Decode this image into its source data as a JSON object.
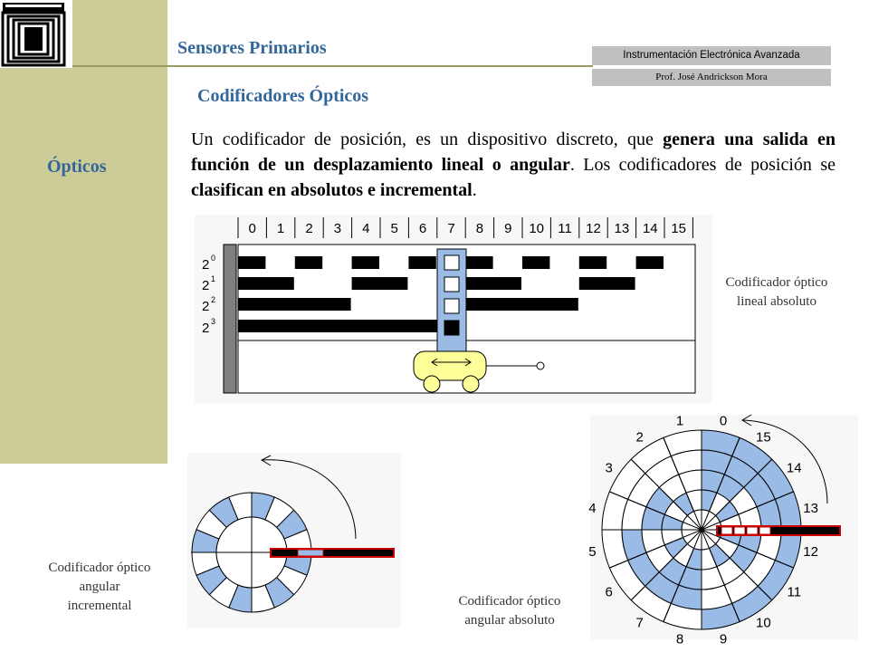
{
  "header": {
    "title": "Sensores Primarios",
    "subtitle": "Codificadores Ópticos",
    "course": "Instrumentación Electrónica Avanzada",
    "professor": "Prof. José Andrickson Mora"
  },
  "sidebar": {
    "section": "Ópticos"
  },
  "paragraph": {
    "p1": "Un codificador de posición, es un dispositivo discreto, que ",
    "b1": "genera una salida en función de un desplazamiento lineal o angular",
    "p2": ". Los codificadores de posición se ",
    "b2": "clasifican en absolutos e incremental",
    "p3": "."
  },
  "captions": {
    "linear": [
      "Codificador óptico",
      "lineal absoluto"
    ],
    "incremental": [
      "Codificador óptico",
      "angular",
      "incremental"
    ],
    "absolute_angular": [
      "Codificador óptico",
      "angular absoluto"
    ]
  },
  "linear_encoder": {
    "positions": [
      "0",
      "1",
      "2",
      "3",
      "4",
      "5",
      "6",
      "7",
      "8",
      "9",
      "10",
      "11",
      "12",
      "13",
      "14",
      "15"
    ],
    "bit_labels": [
      "2",
      "2",
      "2",
      "2"
    ],
    "bit_exponents": [
      "0",
      "1",
      "2",
      "3"
    ]
  },
  "angular_absolute": {
    "numbers": [
      "0",
      "1",
      "2",
      "3",
      "4",
      "5",
      "6",
      "7",
      "8",
      "9",
      "10",
      "11",
      "12",
      "13",
      "14",
      "15"
    ]
  },
  "colors": {
    "sidebar": "#cccc99",
    "heading": "#336699",
    "encoder_blue": "#99bbe6",
    "slider_body": "#ffff99",
    "bar_red": "#cc0000"
  }
}
